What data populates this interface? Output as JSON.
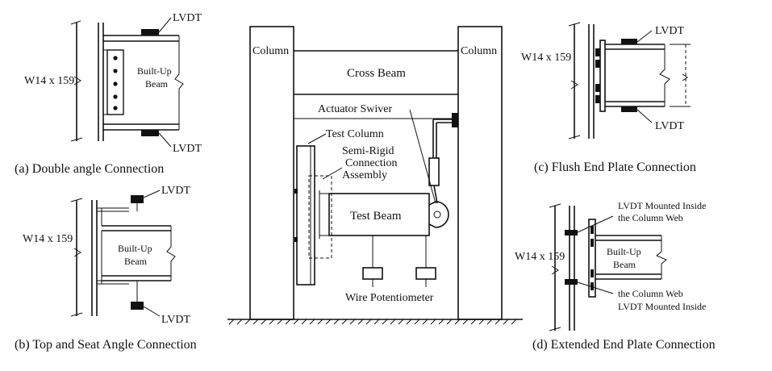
{
  "panel_a": {
    "section": "W14 x 159",
    "beam_line1": "Built-Up",
    "beam_line2": "Beam",
    "lvdt_top": "LVDT",
    "lvdt_bottom": "LVDT",
    "caption": "(a) Double angle Connection"
  },
  "panel_b": {
    "section": "W14 x 159",
    "beam_line1": "Built-Up",
    "beam_line2": "Beam",
    "lvdt_top": "LVDT",
    "lvdt_bottom": "LVDT",
    "caption": "(b) Top and Seat Angle Connection"
  },
  "panel_main": {
    "column_left": "Column",
    "column_right": "Column",
    "cross_beam": "Cross Beam",
    "actuator": "Actuator Swiver",
    "test_column": "Test Column",
    "assembly_line1": "Semi-Rigid",
    "assembly_line2": "Connection",
    "assembly_line3": "Assembly",
    "test_beam": "Test Beam",
    "potentiometer": "Wire Potentiometer"
  },
  "panel_c": {
    "section": "W14 x 159",
    "lvdt_top": "LVDT",
    "lvdt_bottom": "LVDT",
    "caption": "(c) Flush End Plate Connection"
  },
  "panel_d": {
    "section": "W14 x 159",
    "beam_line1": "Built-Up",
    "beam_line2": "Beam",
    "lvdt_top_line1": "LVDT Mounted Inside",
    "lvdt_top_line2": "the Column Web",
    "lvdt_bottom_line1": "the Column Web",
    "lvdt_bottom_line2": "LVDT Mounted Inside",
    "caption": "(d) Extended End Plate Connection"
  }
}
